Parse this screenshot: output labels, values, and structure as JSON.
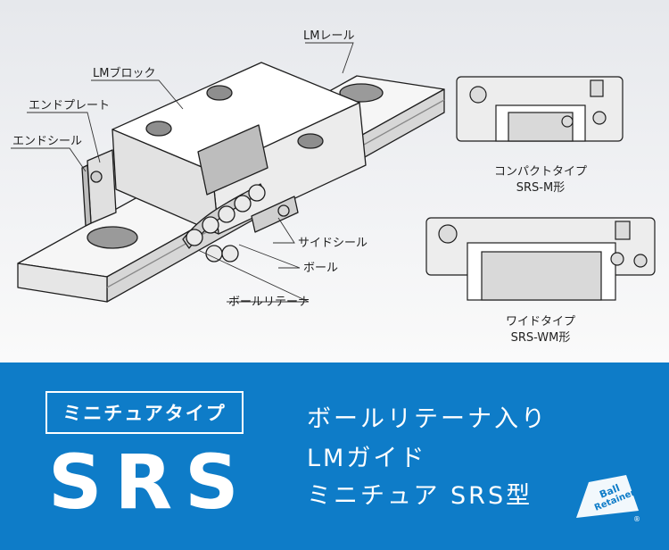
{
  "labels": {
    "rail": "LMレール",
    "block": "LMブロック",
    "end_plate": "エンドプレート",
    "end_seal": "エンドシール",
    "side_seal": "サイドシール",
    "ball": "ボール",
    "ball_retainer": "ボールリテーナ"
  },
  "variants": [
    {
      "line1": "コンパクトタイプ",
      "line2": "SRS-M形"
    },
    {
      "line1": "ワイドタイプ",
      "line2": "SRS-WM形"
    }
  ],
  "banner": {
    "badge": "ミニチュアタイプ",
    "model": "SRS",
    "lines": [
      "ボールリテーナ入り",
      "LMガイド",
      "ミニチュア SRS型"
    ]
  },
  "logo": {
    "line1": "Ball",
    "line2": "Retainer",
    "mark": "®"
  },
  "colors": {
    "banner": "#0e7cc8",
    "text": "#ffffff",
    "ink": "#222222"
  }
}
